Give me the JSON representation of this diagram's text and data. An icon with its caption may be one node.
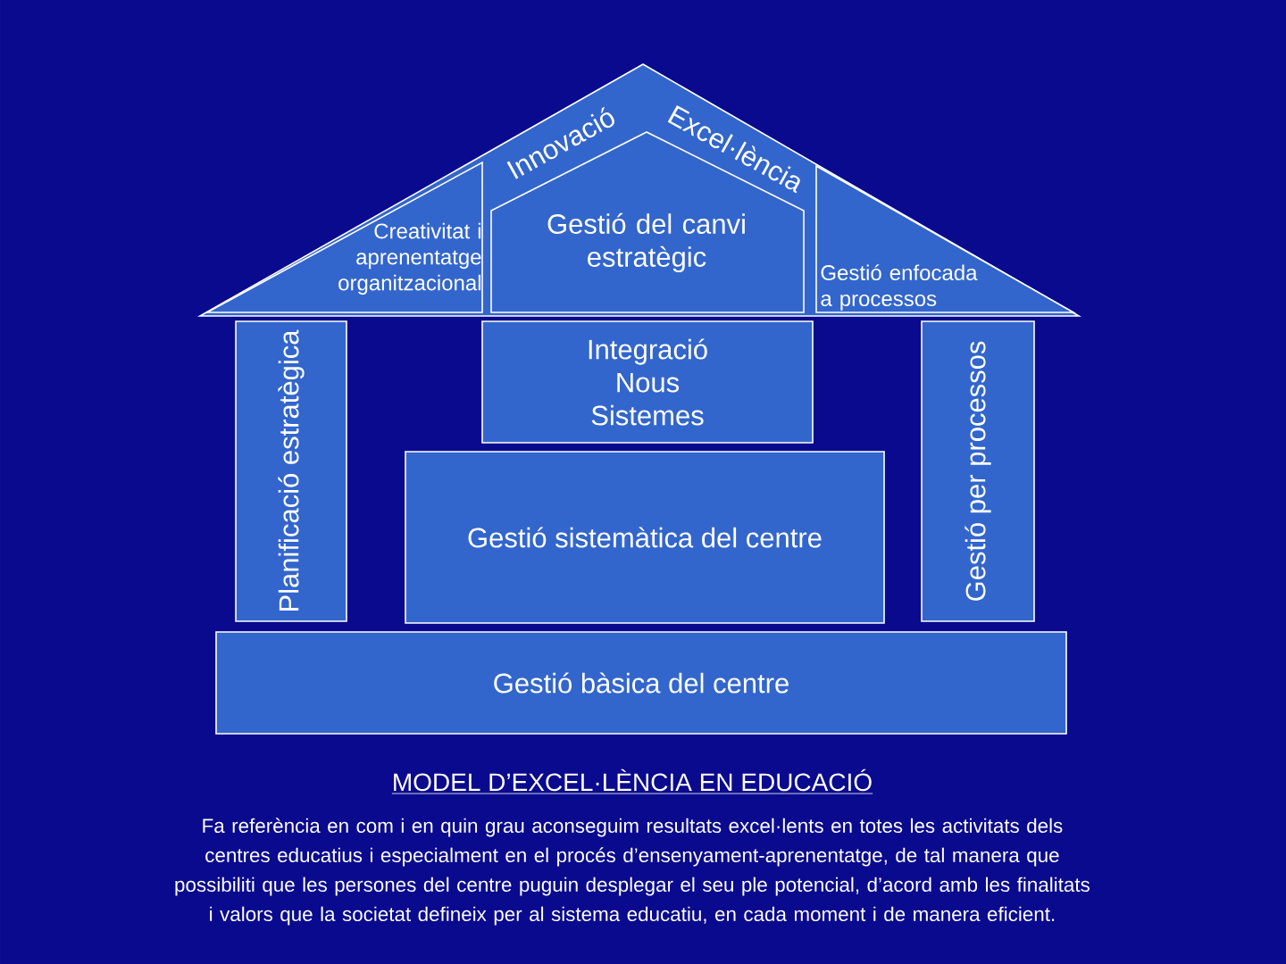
{
  "diagram": {
    "title": "MODEL D’EXCEL·LÈNCIA EN EDUCACIÓ",
    "caption": "Fa referència en com i en quin grau aconseguim resultats excel·lents en totes les activitats dels centres educatius i especialment en el procés d’ensenyament-aprenentatge, de tal manera que possibiliti que les persones del centre puguin desplegar el seu ple potencial, d’acord amb les finalitats i valors que la societat defineix per al sistema educatiu, en cada moment i de manera eficient.",
    "nodes": [
      {
        "text": [
          "Innovació",
          "Excel·lència"
        ]
      },
      {
        "text": [
          "Creativitat i aprenentatge organitzacional"
        ],
        "in": 0
      },
      {
        "text": [
          "Gestió del canvi estratègic"
        ],
        "in": 0
      },
      {
        "text": [
          "Gestió enfocada a processos"
        ],
        "in": 0
      },
      {
        "text": [
          "Planificació estratègica"
        ]
      },
      {
        "text": [
          "Integració Nous Sistemes"
        ]
      },
      {
        "text": [
          "Gestió sistemàtica del centre"
        ]
      },
      {
        "text": [
          "Gestió per processos"
        ]
      },
      {
        "text": [
          "Gestió bàsica del centre"
        ]
      }
    ]
  }
}
